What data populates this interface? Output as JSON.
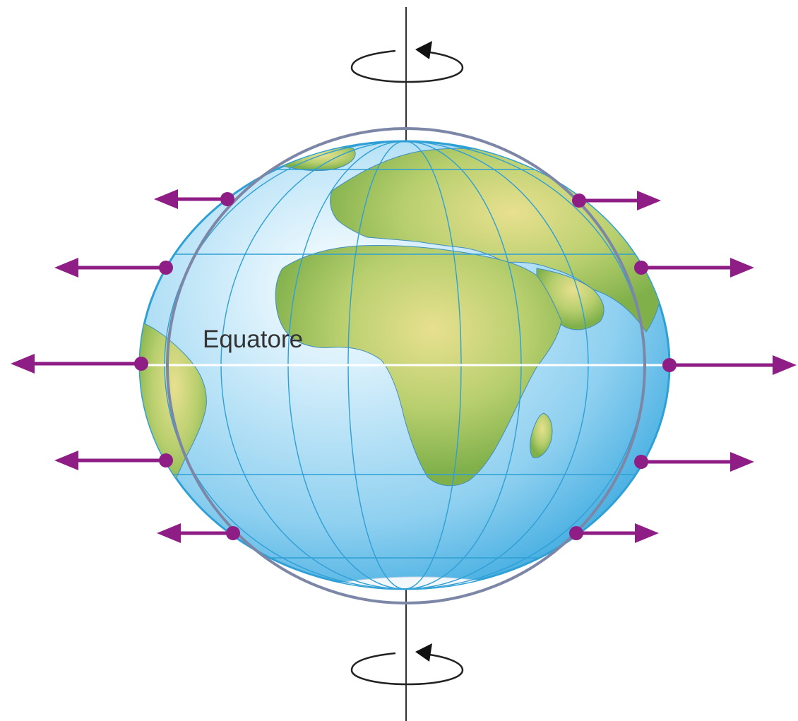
{
  "labels": {
    "equator": "Equatore"
  },
  "colors": {
    "ocean_light": "#d6effb",
    "ocean_mid": "#8fd0f0",
    "ocean_dark": "#3aa9df",
    "land_light": "#e8e08f",
    "land_dark": "#7fb04a",
    "grid": "#2f9fd4",
    "sphere_outline": "#7c86a6",
    "arrow": "#8e1e86",
    "axis": "#333333",
    "equator_line": "#ffffff"
  },
  "forces": {
    "description_count_per_side": 5,
    "direction": "outward"
  },
  "rotation": {
    "direction": "counterclockwise"
  }
}
